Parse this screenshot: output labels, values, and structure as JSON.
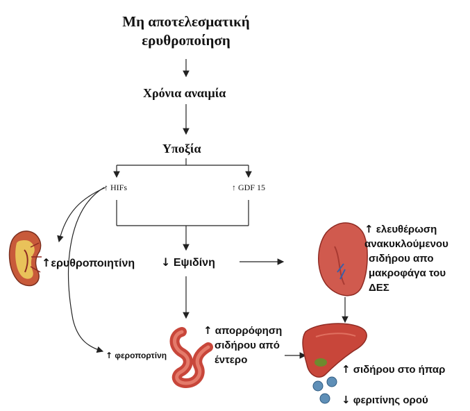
{
  "title_line1": "Μη αποτελεσματική",
  "title_line2": "ερυθροποίηση",
  "chronic_anemia": "Χρόνια αναιμία",
  "hypoxia": "Υποξία",
  "hifs": "HIFs",
  "gdf15": "GDF 15",
  "erythropoietin": "ερυθροποιητίνη",
  "hepcidin": "Εψιδίνη",
  "ferroportin": "φεροπορτίνη",
  "absorption": [
    "απορρόφηση",
    "σιδήρου από",
    "έντερο"
  ],
  "release": [
    "ελευθέρωση",
    "ανακυκλούμενου",
    "σιδήρου απο",
    "μακροφάγα του",
    "ΔΕΣ"
  ],
  "liver_iron": "σιδήρου στο ήπαρ",
  "serum_ferritin": "φεριτίνης ορού",
  "arrow_up": "↑",
  "arrow_down": "↓",
  "colors": {
    "organ": "#c8463a",
    "organ_dark": "#8e2a22",
    "kidney_yellow": "#e9c25a",
    "ferritin_blue": "#5f8fb7"
  }
}
